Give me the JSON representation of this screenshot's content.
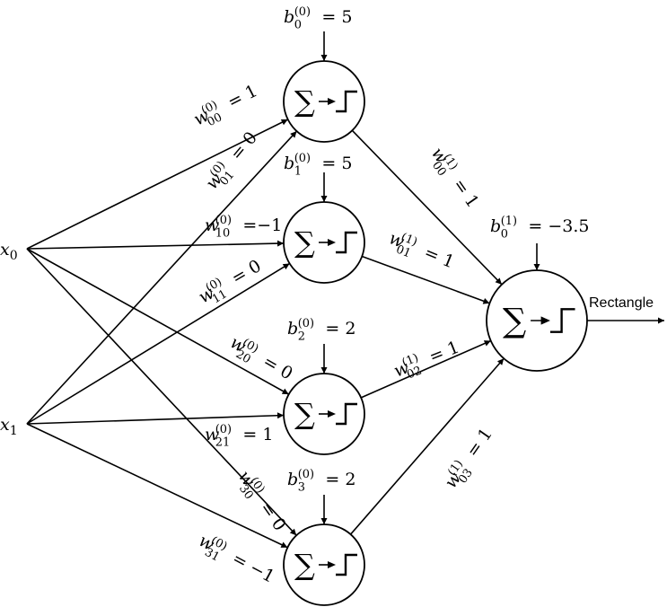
{
  "diagram": {
    "title": "Two-layer perceptron network classifying Rectangle",
    "inputs": [
      {
        "id": "x0",
        "symbol": "x",
        "subscript": "0"
      },
      {
        "id": "x1",
        "symbol": "x",
        "subscript": "1"
      }
    ],
    "hidden_neurons": [
      {
        "id": "h0",
        "bias": {
          "symbol": "b",
          "superscript": "(0)",
          "subscript": "0",
          "value": "= 5"
        }
      },
      {
        "id": "h1",
        "bias": {
          "symbol": "b",
          "superscript": "(0)",
          "subscript": "1",
          "value": "= 5"
        }
      },
      {
        "id": "h2",
        "bias": {
          "symbol": "b",
          "superscript": "(0)",
          "subscript": "2",
          "value": "= 2"
        }
      },
      {
        "id": "h3",
        "bias": {
          "symbol": "b",
          "superscript": "(0)",
          "subscript": "3",
          "value": "= 2"
        }
      }
    ],
    "output_neuron": {
      "id": "o0",
      "bias": {
        "symbol": "b",
        "superscript": "(1)",
        "subscript": "0",
        "value": "= −3.5"
      },
      "output_label": "Rectangle"
    },
    "neuron_glyph": {
      "sum": "∑",
      "activation": "step-function"
    },
    "layer0_weights": [
      {
        "from": "x0",
        "to": "h0",
        "symbol": "w",
        "superscript": "(0)",
        "subscript": "00",
        "value": "= 1"
      },
      {
        "from": "x1",
        "to": "h0",
        "symbol": "w",
        "superscript": "(0)",
        "subscript": "01",
        "value": "= 0"
      },
      {
        "from": "x0",
        "to": "h1",
        "symbol": "w",
        "superscript": "(0)",
        "subscript": "10",
        "value": "=−1"
      },
      {
        "from": "x1",
        "to": "h1",
        "symbol": "w",
        "superscript": "(0)",
        "subscript": "11",
        "value": "= 0"
      },
      {
        "from": "x0",
        "to": "h2",
        "symbol": "w",
        "superscript": "(0)",
        "subscript": "20",
        "value": "= 0"
      },
      {
        "from": "x1",
        "to": "h2",
        "symbol": "w",
        "superscript": "(0)",
        "subscript": "21",
        "value": "= 1"
      },
      {
        "from": "x0",
        "to": "h3",
        "symbol": "w",
        "superscript": "(0)",
        "subscript": "30",
        "value": "= 0"
      },
      {
        "from": "x1",
        "to": "h3",
        "symbol": "w",
        "superscript": "(0)",
        "subscript": "31",
        "value": "= −1"
      }
    ],
    "layer1_weights": [
      {
        "from": "h0",
        "to": "o0",
        "symbol": "w",
        "superscript": "(1)",
        "subscript": "00",
        "value": "= 1"
      },
      {
        "from": "h1",
        "to": "o0",
        "symbol": "w",
        "superscript": "(1)",
        "subscript": "01",
        "value": "= 1"
      },
      {
        "from": "h2",
        "to": "o0",
        "symbol": "w",
        "superscript": "(1)",
        "subscript": "02",
        "value": "= 1"
      },
      {
        "from": "h3",
        "to": "o0",
        "symbol": "w",
        "superscript": "(1)",
        "subscript": "03",
        "value": "= 1"
      }
    ]
  }
}
